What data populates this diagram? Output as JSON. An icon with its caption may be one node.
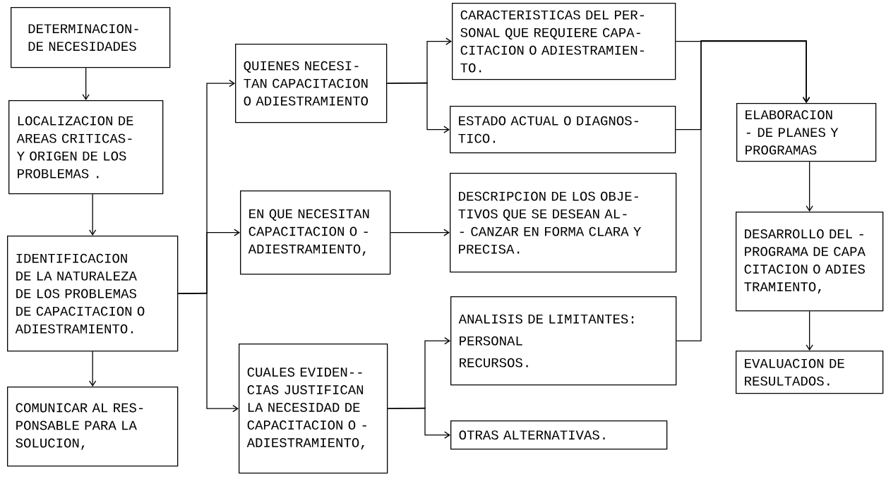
{
  "diagram": {
    "nodes": [
      {
        "text": [
          "DETERMINACION- DE NECESIDADES"
        ]
      },
      {
        "text": [
          "LOCALIZACION DE AREAS CRITICAS- Y ORIGEN DE LOS PROBLEMAS ."
        ]
      },
      {
        "text": [
          "IDENTIFICACION DE LA NATURALEZA DE LOS PROBLEMAS DE CAPACITACION O ADIESTRAMIENTO."
        ]
      },
      {
        "text": [
          "COMUNICAR AL RES- PONSABLE PARA LA SOLUCION,"
        ]
      },
      {
        "text": [
          "QUIENES NECESI- TAN CAPACITACION O ADIESTRAMIENTO"
        ]
      },
      {
        "text": [
          "EN QUE NECESITAN CAPACITACION O - ADIESTRAMIENTO,"
        ]
      },
      {
        "text": [
          "CUALES EVIDEN-- CIAS JUSTIFICAN LA NECESIDAD DE CAPACITACION O - ADIESTRAMIENTO,"
        ]
      },
      {
        "text": [
          "CARACTERISTICAS DEL PER- SONAL QUE REQUIERE CAPA- CITACION O ADIESTRAMIEN- TO."
        ]
      },
      {
        "text": [
          "ESTADO ACTUAL O DIAGNOS- TICO."
        ]
      },
      {
        "text": [
          "DESCRIPCION DE LOS OBJE- TIVOS QUE SE DESEAN AL-- CANZAR EN FORMA CLARA Y PRECISA."
        ]
      },
      {
        "text": [
          "ANALISIS DE LIMITANTES:",
          "PERSONAL",
          "RECURSOS."
        ]
      },
      {
        "text": [
          "OTRAS ALTERNATIVAS."
        ]
      },
      {
        "text": [
          "ELABORACION - DE PLANES Y PROGRAMAS"
        ]
      },
      {
        "text": [
          "DESARROLLO DEL - PROGRAMA DE CAPA CITACION O ADIES TRAMIENTO,"
        ]
      },
      {
        "text": [
          "EVALUACION DE RESULTADOS."
        ]
      }
    ],
    "edges": [
      {
        "from": 0,
        "to": 1,
        "arrow": "to"
      },
      {
        "from": 1,
        "to": 2,
        "arrow": "to"
      },
      {
        "from": 2,
        "to": 3,
        "arrow": "to"
      },
      {
        "from": 2,
        "to": 4,
        "arrow": "to"
      },
      {
        "from": 2,
        "to": 5,
        "arrow": "to"
      },
      {
        "from": 2,
        "to": 6,
        "arrow": "to"
      },
      {
        "from": 4,
        "to": 7,
        "arrow": "to"
      },
      {
        "from": 4,
        "to": 8,
        "arrow": "to"
      },
      {
        "from": 5,
        "to": 9,
        "arrow": "to"
      },
      {
        "from": 6,
        "to": 10,
        "arrow": "to"
      },
      {
        "from": 6,
        "to": 11,
        "arrow": "to"
      },
      {
        "from": 7,
        "to": 12,
        "arrow": "to"
      },
      {
        "from": 8,
        "to": 12,
        "arrow": "to"
      },
      {
        "from": 10,
        "to": 12,
        "arrow": "to"
      },
      {
        "from": 12,
        "to": 13,
        "arrow": "to"
      },
      {
        "from": 13,
        "to": 14,
        "arrow": "to"
      }
    ]
  }
}
